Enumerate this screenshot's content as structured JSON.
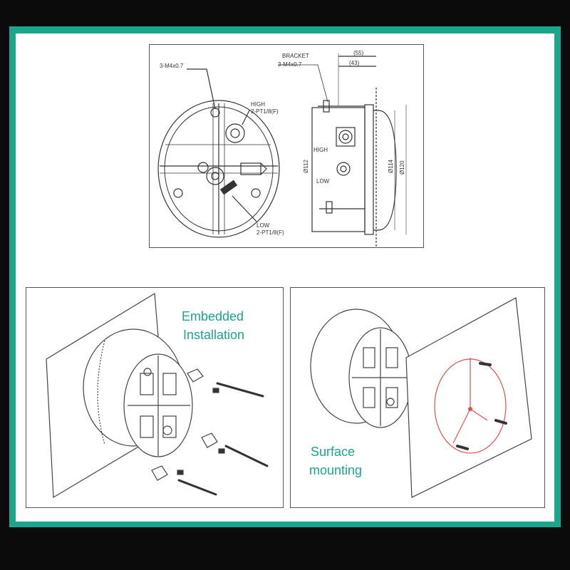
{
  "technical_drawing": {
    "left_view": {
      "thread_label": "3-M4x0.7",
      "high_label": "HIGH",
      "high_port": "2-PT1/8(F)",
      "low_label": "LOW",
      "low_port": "2-PT1/8(F)"
    },
    "side_view": {
      "bracket_label": "BRACKET",
      "thread_label": "3-M4x0.7",
      "dim_outer": "(55)",
      "dim_inner": "(43)",
      "high_label": "HIGH",
      "low_label": "LOW",
      "dia_112": "Ø112",
      "dia_114": "Ø114",
      "dia_120": "Ø120"
    }
  },
  "embedded": {
    "title_line1": "Embedded",
    "title_line2": "Installation"
  },
  "surface": {
    "title_line1": "Surface",
    "title_line2": "mounting"
  },
  "colors": {
    "frame": "#1aa58c",
    "label": "#1aa58c",
    "mount_outline": "#e05050",
    "line": "#333333"
  }
}
